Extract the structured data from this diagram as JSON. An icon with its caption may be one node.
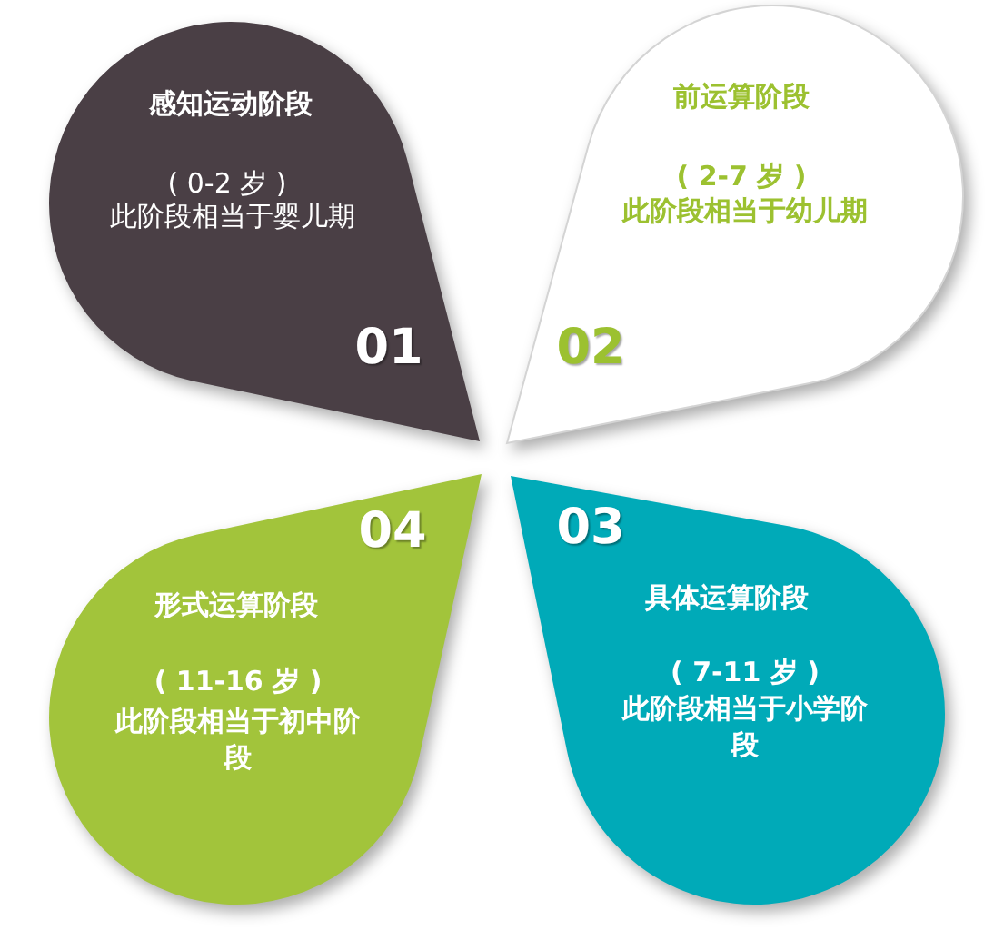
{
  "diagram": {
    "nodes": [
      {
        "text": [
          "感知运动阶段",
          "( 0-2 岁 )",
          "此阶段相当于婴儿期",
          "01"
        ]
      },
      {
        "text": [
          "前运算阶段",
          "( 2-7 岁 )",
          "此阶段相当于幼儿期",
          "02"
        ]
      },
      {
        "text": [
          "03",
          "具体运算阶段",
          "( 7-11 岁 )",
          "此阶段相当于小学阶段"
        ]
      },
      {
        "text": [
          "04",
          "形式运算阶段",
          "( 11-16 岁 )",
          "此阶段相当于初中阶段"
        ]
      }
    ]
  }
}
